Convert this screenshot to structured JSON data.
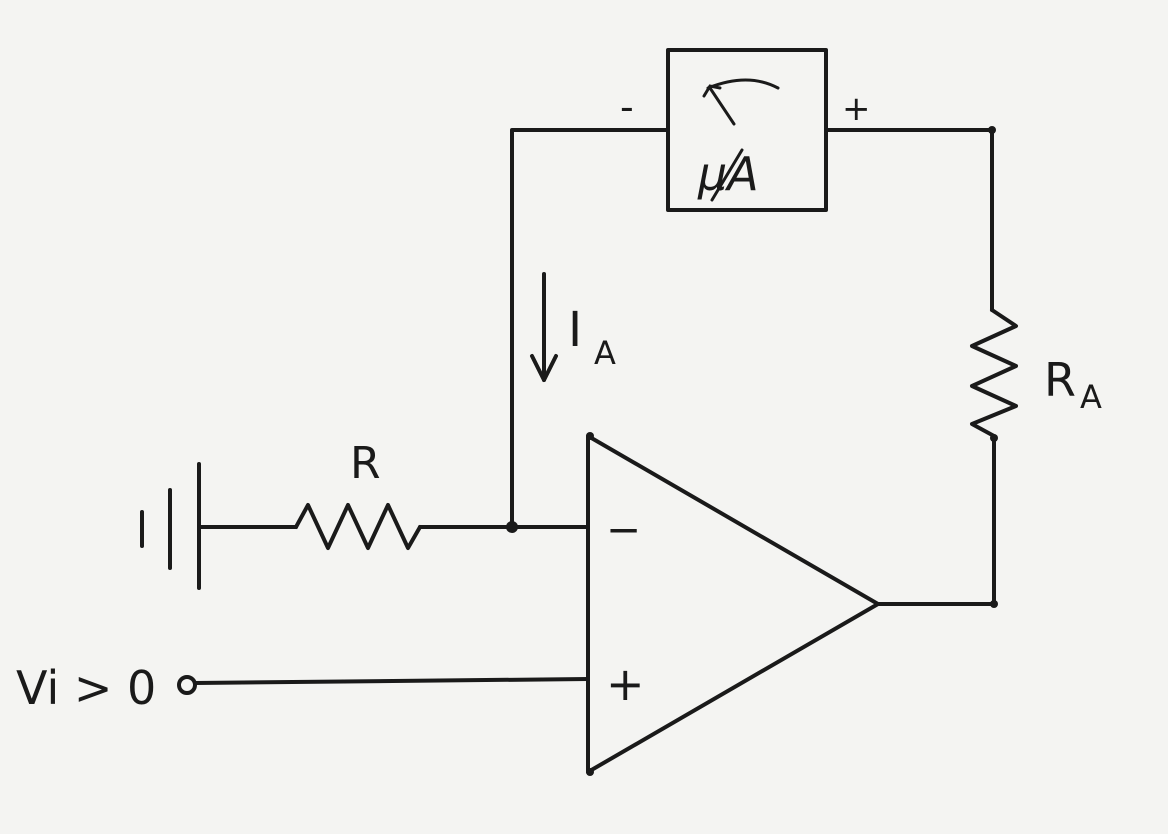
{
  "labels": {
    "resistor_r": "R",
    "resistor_ra": "R",
    "resistor_ra_sub": "A",
    "current": "I",
    "current_sub": "A",
    "meter": "μA",
    "meter_minus": "-",
    "meter_plus": "+",
    "opamp_minus": "−",
    "opamp_plus": "+",
    "input": "Vi > 0"
  },
  "colors": {
    "ink": "#1a1a1a",
    "paper": "#f4f4f2"
  }
}
